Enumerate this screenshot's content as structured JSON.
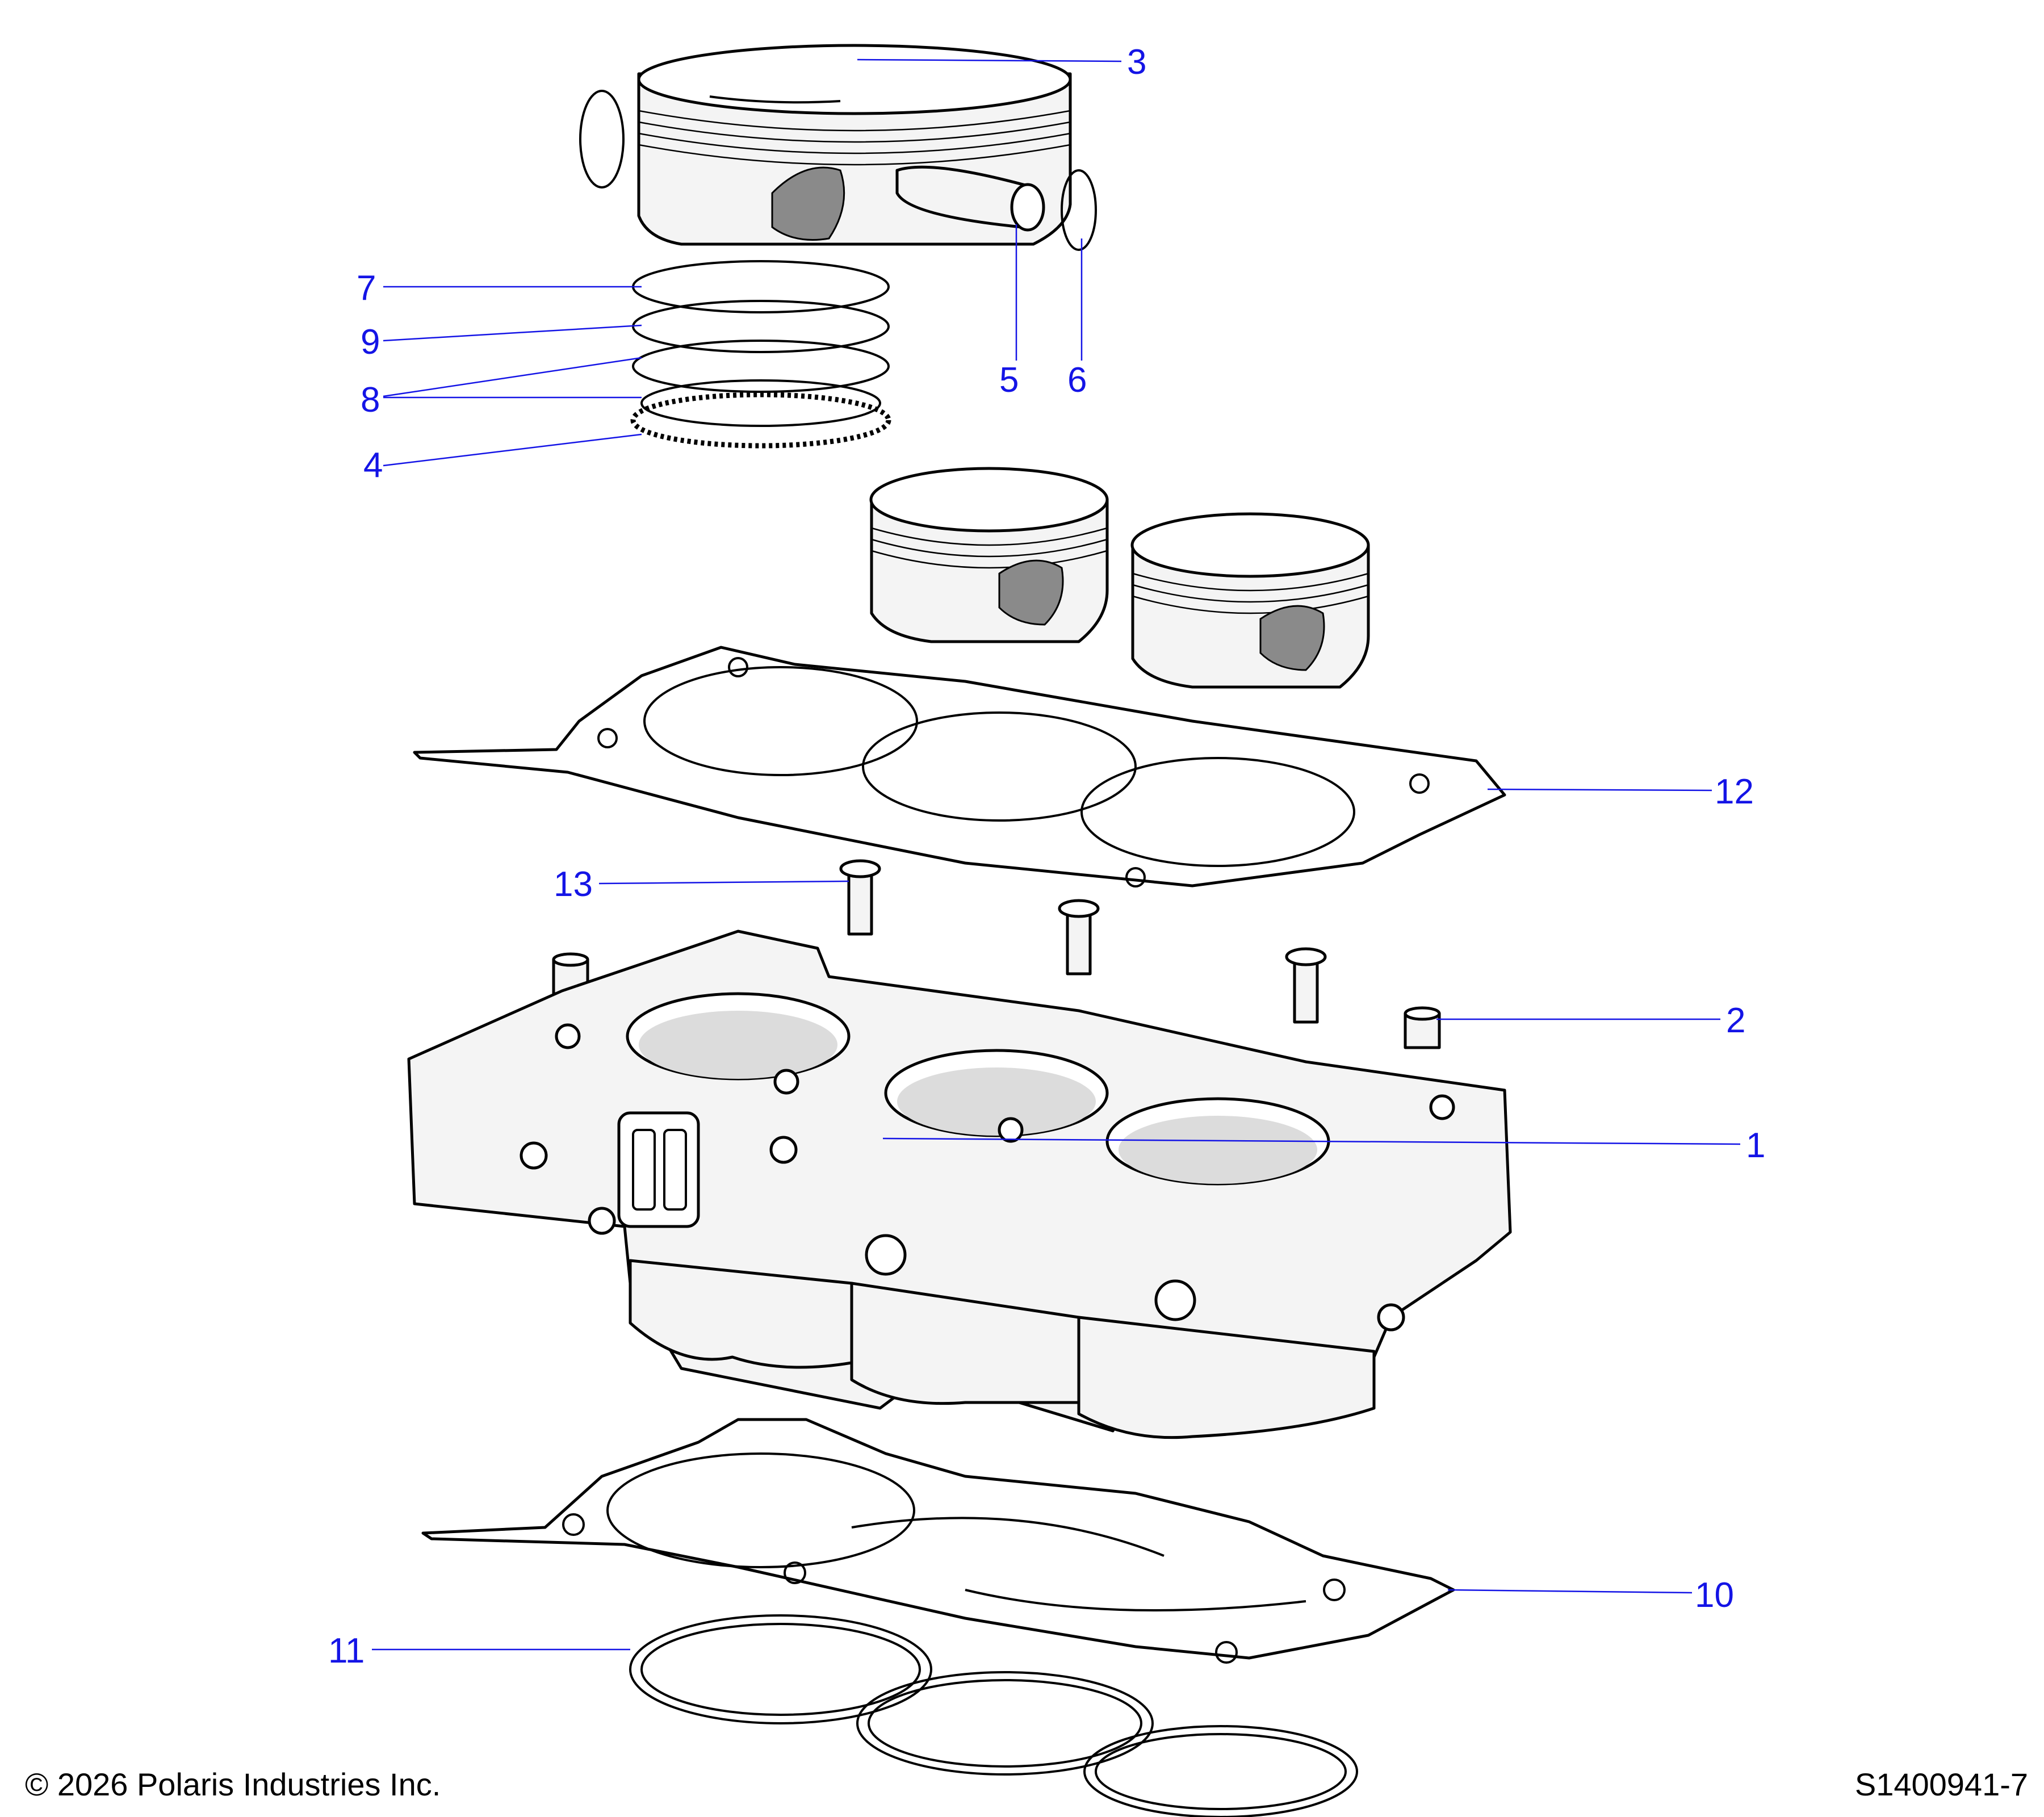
{
  "callouts": {
    "c1": "1",
    "c2": "2",
    "c3": "3",
    "c4": "4",
    "c5": "5",
    "c6": "6",
    "c7": "7",
    "c8": "8",
    "c9": "9",
    "c10": "10",
    "c11": "11",
    "c12": "12",
    "c13": "13"
  },
  "footer": {
    "copyright": "© 2026 Polaris Industries Inc.",
    "figure_id": "S1400941-7"
  },
  "colors": {
    "callout": "#1414e6",
    "line": "#000000",
    "shade": "#f4f4f4"
  }
}
